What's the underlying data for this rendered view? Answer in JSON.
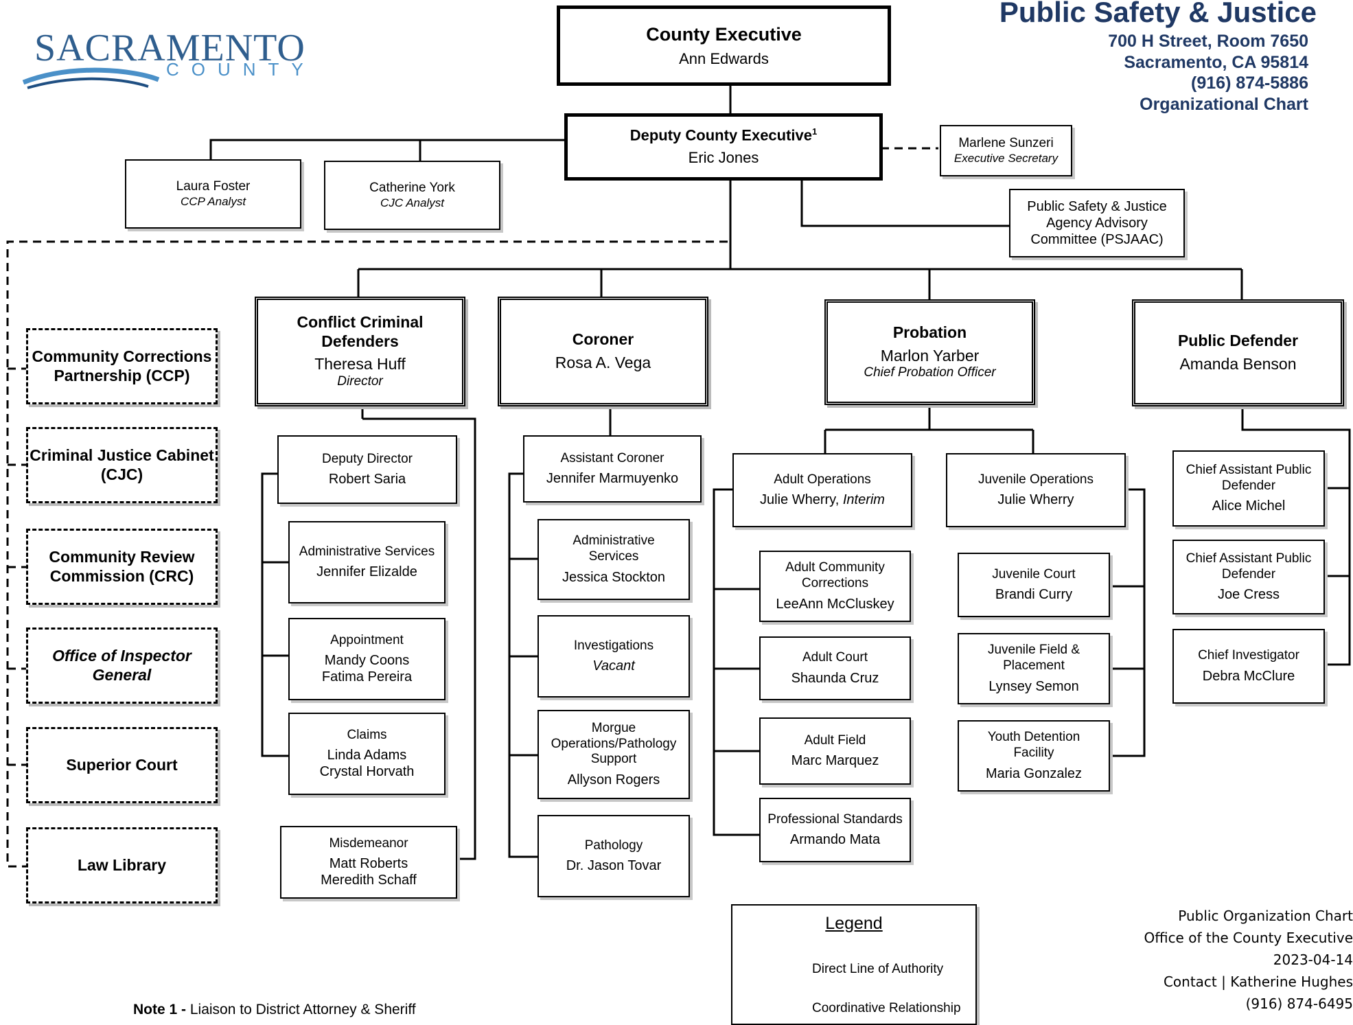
{
  "logo": {
    "name": "SACRAMENTO",
    "sub": "COUNTY"
  },
  "header": {
    "title": "Public Safety & Justice",
    "address1": "700 H Street, Room 7650",
    "address2": "Sacramento, CA 95814",
    "phone": "(916) 874-5886",
    "chart_name": "Organizational Chart"
  },
  "executive": {
    "title": "County Executive",
    "name": "Ann Edwards"
  },
  "deputy": {
    "title": "Deputy County Executive",
    "footnote": "1",
    "name": "Eric Jones"
  },
  "secretary": {
    "name": "Marlene Sunzeri",
    "role": "Executive Secretary"
  },
  "analysts": [
    {
      "name": "Laura Foster",
      "role": "CCP Analyst"
    },
    {
      "name": "Catherine York",
      "role": "CJC Analyst"
    }
  ],
  "committee": {
    "line1": "Public Safety & Justice",
    "line2": "Agency Advisory",
    "line3": "Committee (PSJAAC)"
  },
  "coordinative_bodies": [
    {
      "label": "Community Corrections Partnership (CCP)"
    },
    {
      "label": "Criminal Justice Cabinet (CJC)"
    },
    {
      "label": "Community Review Commission (CRC)"
    },
    {
      "label": "Office of Inspector General"
    },
    {
      "label": "Superior Court"
    },
    {
      "label": "Law Library"
    }
  ],
  "departments": {
    "ccd": {
      "title": "Conflict Criminal Defenders",
      "name": "Theresa Huff",
      "role": "Director",
      "units": [
        {
          "title": "Deputy Director",
          "line1": "Robert Saria",
          "line2": ""
        },
        {
          "title": "Administrative Services",
          "line1": "Jennifer Elizalde",
          "line2": ""
        },
        {
          "title": "Appointment",
          "line1": "Mandy Coons",
          "line2": "Fatima Pereira"
        },
        {
          "title": "Claims",
          "line1": "Linda Adams",
          "line2": "Crystal Horvath"
        },
        {
          "title": "Misdemeanor",
          "line1": "Matt Roberts",
          "line2": "Meredith Schaff"
        }
      ]
    },
    "coroner": {
      "title": "Coroner",
      "name": "Rosa A. Vega",
      "units": [
        {
          "title": "Assistant Coroner",
          "line1": "Jennifer Marmuyenko"
        },
        {
          "title": "Administrative Services",
          "line1": "Jessica Stockton"
        },
        {
          "title": "Investigations",
          "line1": "Vacant"
        },
        {
          "title": "Morgue Operations/Pathology Support",
          "line1": "Allyson Rogers"
        },
        {
          "title": "Pathology",
          "line1": "Dr. Jason Tovar"
        }
      ]
    },
    "probation": {
      "title": "Probation",
      "name": "Marlon Yarber",
      "role": "Chief Probation Officer",
      "adult": {
        "title": "Adult Operations",
        "name": "Julie Wherry,",
        "note": "Interim"
      },
      "juvenile": {
        "title": "Juvenile Operations",
        "name": "Julie Wherry"
      },
      "adult_units": [
        {
          "title": "Adult Community Corrections",
          "line1": "LeeAnn McCluskey"
        },
        {
          "title": "Adult Court",
          "line1": "Shaunda Cruz"
        },
        {
          "title": "Adult Field",
          "line1": "Marc Marquez"
        },
        {
          "title": "Professional Standards",
          "line1": "Armando Mata"
        }
      ],
      "juvenile_units": [
        {
          "title": "Juvenile Court",
          "line1": "Brandi Curry"
        },
        {
          "title": "Juvenile Field & Placement",
          "line1": "Lynsey Semon"
        },
        {
          "title": "Youth Detention Facility",
          "line1": "Maria Gonzalez"
        }
      ]
    },
    "defender": {
      "title": "Public Defender",
      "name": "Amanda Benson",
      "units": [
        {
          "title": "Chief Assistant Public Defender",
          "line1": "Alice Michel"
        },
        {
          "title": "Chief Assistant Public Defender",
          "line1": "Joe Cress"
        },
        {
          "title": "Chief Investigator",
          "line1": "Debra McClure"
        }
      ]
    }
  },
  "legend": {
    "title": "Legend",
    "solid": "Direct Line of Authority",
    "dashed": "Coordinative Relationship"
  },
  "note": {
    "label": "Note 1 -",
    "text": "Liaison to District Attorney & Sheriff"
  },
  "footer": {
    "line1": "Public Organization Chart",
    "line2": "Office of the County Executive",
    "line3": "2023-04-14",
    "line4": "Contact | Katherine Hughes",
    "line5": "(916) 874-6495"
  },
  "colors": {
    "header": "#1f3864",
    "logo_blue": "#2f5e8e",
    "logo_wave": "#4a90c8"
  }
}
